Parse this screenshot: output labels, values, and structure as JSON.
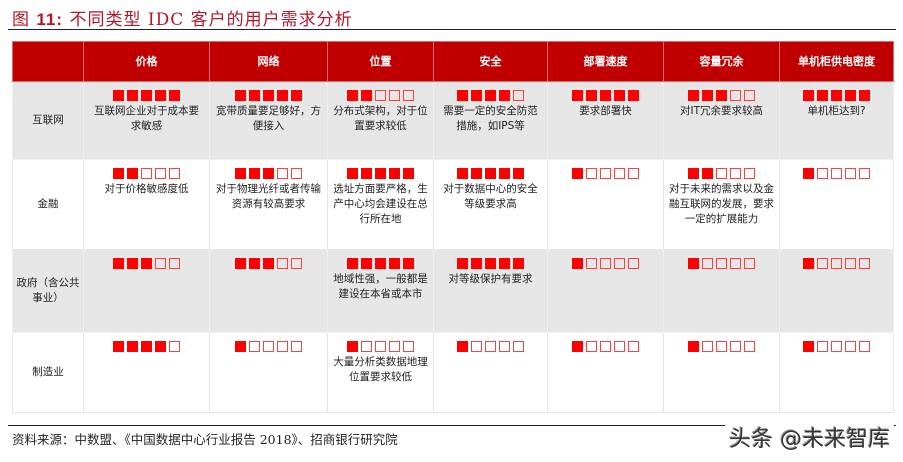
{
  "figure": {
    "title_prefix": "图",
    "title_number": "11:",
    "title_text": "不同类型 IDC 客户的用户需求分析"
  },
  "table": {
    "corner": "",
    "columns": [
      "价格",
      "网络",
      "位置",
      "安全",
      "部署速度",
      "容量冗余",
      "单机柜供电密度"
    ],
    "max_rating": 5,
    "rows": [
      {
        "label": "互联网",
        "cells": [
          {
            "rating": 5,
            "text": "互联网企业对于成本要求敏感"
          },
          {
            "rating": 5,
            "text": "宽带质量要足够好，方便接入"
          },
          {
            "rating": 2,
            "text": "分布式架构，对于位置要求较低"
          },
          {
            "rating": 4,
            "text": "需要一定的安全防范措施，如IPS等"
          },
          {
            "rating": 5,
            "text": "要求部署快"
          },
          {
            "rating": 3,
            "text": "对IT冗余要求较高"
          },
          {
            "rating": 5,
            "text": "单机柜达到?"
          }
        ]
      },
      {
        "label": "金融",
        "cells": [
          {
            "rating": 2,
            "text": "对于价格敏感度低"
          },
          {
            "rating": 3,
            "text": "对于物理光纤或者传输资源有较高要求"
          },
          {
            "rating": 5,
            "text": "选址方面要严格，生产中心均会建设在总行所在地"
          },
          {
            "rating": 5,
            "text": "对于数据中心的安全等级要求高"
          },
          {
            "rating": 1,
            "text": ""
          },
          {
            "rating": 2,
            "text": "对于未来的需求以及金融互联网的发展，要求一定的扩展能力"
          },
          {
            "rating": 1,
            "text": ""
          }
        ]
      },
      {
        "label": "政府（含公共事业）",
        "cells": [
          {
            "rating": 3,
            "text": ""
          },
          {
            "rating": 3,
            "text": ""
          },
          {
            "rating": 5,
            "text": "地域性强，一般都是建设在本省或本市"
          },
          {
            "rating": 5,
            "text": "对等级保护有要求"
          },
          {
            "rating": 1,
            "text": ""
          },
          {
            "rating": 1,
            "text": ""
          },
          {
            "rating": 1,
            "text": ""
          }
        ]
      },
      {
        "label": "制造业",
        "cells": [
          {
            "rating": 4,
            "text": ""
          },
          {
            "rating": 1,
            "text": ""
          },
          {
            "rating": 1,
            "text": "大量分析类数据地理位置要求较低"
          },
          {
            "rating": 1,
            "text": ""
          },
          {
            "rating": 1,
            "text": ""
          },
          {
            "rating": 1,
            "text": ""
          },
          {
            "rating": 1,
            "text": ""
          }
        ]
      }
    ]
  },
  "footer": {
    "source": "资料来源：中数盟、《中国数据中心行业报告 2018》、招商银行研究院",
    "watermark": "头条 @未来智库"
  },
  "colors": {
    "header_bg": "#c00000",
    "rating_filled": "#ff0000",
    "title": "#b5172b",
    "row_shade": "#e6e6e6"
  }
}
